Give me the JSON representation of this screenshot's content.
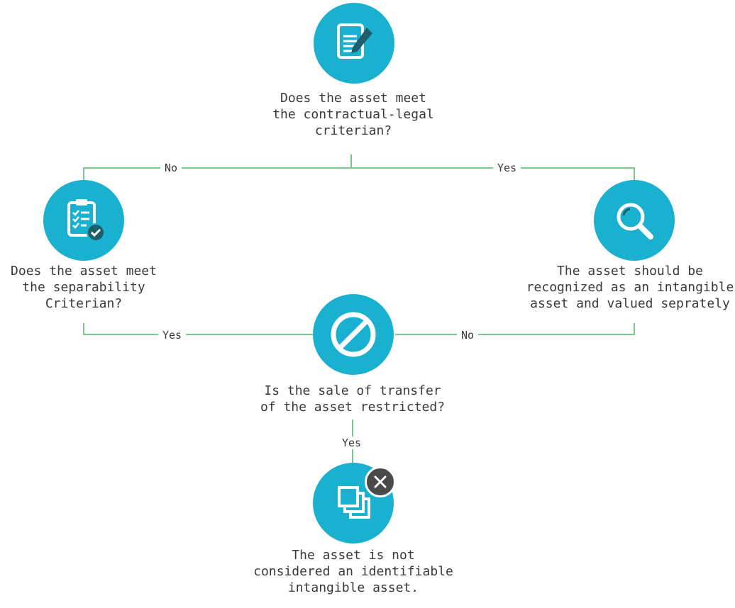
{
  "colors": {
    "node": "#1ab0cf",
    "connector": "#7cc68f",
    "text": "#3a3a3a",
    "badge": "#4a4a4a"
  },
  "nodes": {
    "contractual": {
      "icon": "document-pen-icon",
      "label": "Does the asset meet\nthe contractual-legal\ncriterian?"
    },
    "separability": {
      "icon": "checklist-icon",
      "label": "Does the asset meet\nthe separability\nCriterian?"
    },
    "recognized": {
      "icon": "magnifier-icon",
      "label": "The asset should be\nrecognized as an intangible\nasset and valued seprately"
    },
    "restricted": {
      "icon": "prohibited-icon",
      "label": "Is the sale of transfer\nof the asset restricted?"
    },
    "not_identifiable": {
      "icon": "copy-icon",
      "label": "The asset is not\nconsidered an identifiable\nintangible asset."
    }
  },
  "edges": {
    "contractual_no": "No",
    "contractual_yes": "Yes",
    "separability_yes": "Yes",
    "restricted_no": "No",
    "restricted_yes": "Yes"
  }
}
